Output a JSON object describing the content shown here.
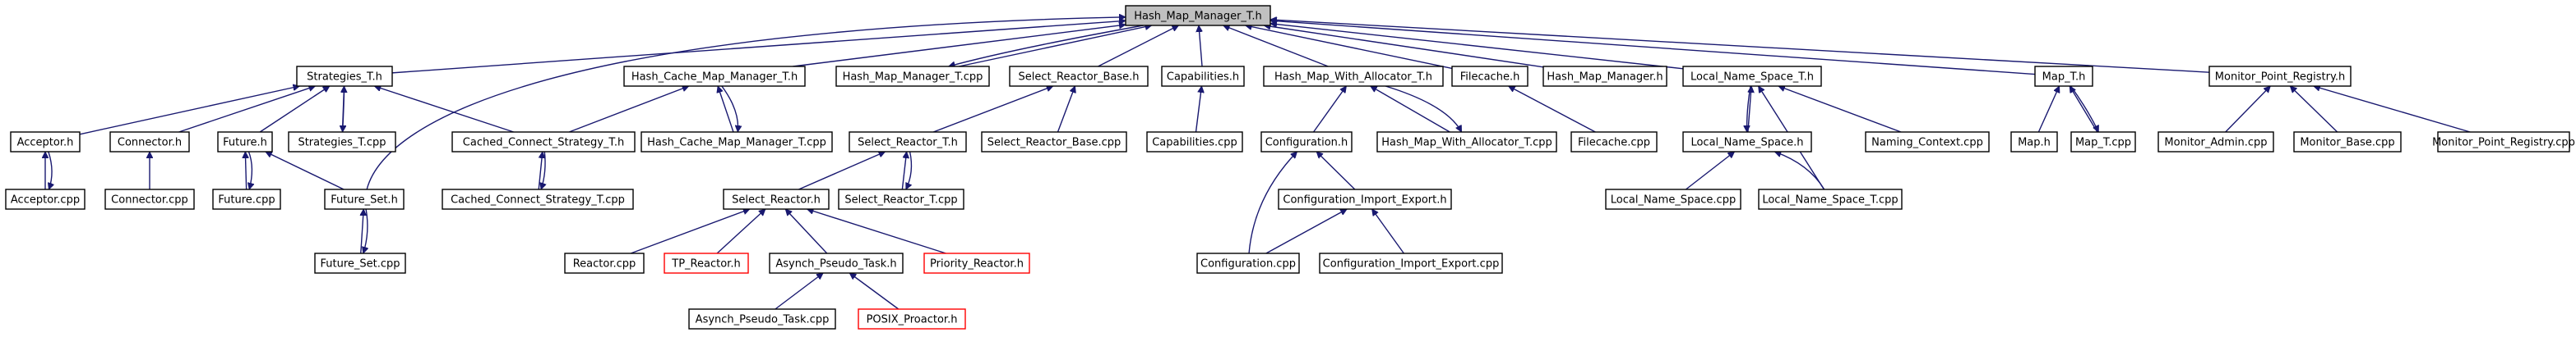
{
  "colors": {
    "edge": "#191970",
    "root_fill": "#c0c0c0",
    "node_border": "#000000",
    "missing_border": "#ff0000"
  },
  "nodes": [
    {
      "id": "hmm_t_h",
      "label": "Hash_Map_Manager_T.h",
      "root": true
    },
    {
      "id": "strategies_t_h",
      "label": "Strategies_T.h"
    },
    {
      "id": "hcmm_t_h",
      "label": "Hash_Cache_Map_Manager_T.h"
    },
    {
      "id": "hmm_t_cpp",
      "label": "Hash_Map_Manager_T.cpp"
    },
    {
      "id": "srb_h",
      "label": "Select_Reactor_Base.h"
    },
    {
      "id": "capabilities_h",
      "label": "Capabilities.h"
    },
    {
      "id": "hmwa_t_h",
      "label": "Hash_Map_With_Allocator_T.h"
    },
    {
      "id": "filecache_h",
      "label": "Filecache.h"
    },
    {
      "id": "hmm_h",
      "label": "Hash_Map_Manager.h"
    },
    {
      "id": "lns_t_h",
      "label": "Local_Name_Space_T.h"
    },
    {
      "id": "map_t_h",
      "label": "Map_T.h"
    },
    {
      "id": "mpr_h",
      "label": "Monitor_Point_Registry.h"
    },
    {
      "id": "acceptor_h",
      "label": "Acceptor.h"
    },
    {
      "id": "connector_h",
      "label": "Connector.h"
    },
    {
      "id": "future_h",
      "label": "Future.h"
    },
    {
      "id": "strategies_t_cpp",
      "label": "Strategies_T.cpp"
    },
    {
      "id": "ccs_t_h",
      "label": "Cached_Connect_Strategy_T.h"
    },
    {
      "id": "hcmm_t_cpp",
      "label": "Hash_Cache_Map_Manager_T.cpp"
    },
    {
      "id": "sr_t_h",
      "label": "Select_Reactor_T.h"
    },
    {
      "id": "srb_cpp",
      "label": "Select_Reactor_Base.cpp"
    },
    {
      "id": "capabilities_cpp",
      "label": "Capabilities.cpp"
    },
    {
      "id": "configuration_h",
      "label": "Configuration.h"
    },
    {
      "id": "hmwa_t_cpp",
      "label": "Hash_Map_With_Allocator_T.cpp"
    },
    {
      "id": "filecache_cpp",
      "label": "Filecache.cpp"
    },
    {
      "id": "lns_h",
      "label": "Local_Name_Space.h"
    },
    {
      "id": "naming_context_cpp",
      "label": "Naming_Context.cpp"
    },
    {
      "id": "map_h",
      "label": "Map.h"
    },
    {
      "id": "map_t_cpp",
      "label": "Map_T.cpp"
    },
    {
      "id": "monitor_admin_cpp",
      "label": "Monitor_Admin.cpp"
    },
    {
      "id": "monitor_base_cpp",
      "label": "Monitor_Base.cpp"
    },
    {
      "id": "mpr_cpp",
      "label": "Monitor_Point_Registry.cpp"
    },
    {
      "id": "acceptor_cpp",
      "label": "Acceptor.cpp"
    },
    {
      "id": "connector_cpp",
      "label": "Connector.cpp"
    },
    {
      "id": "future_cpp",
      "label": "Future.cpp"
    },
    {
      "id": "future_set_h",
      "label": "Future_Set.h"
    },
    {
      "id": "ccs_t_cpp",
      "label": "Cached_Connect_Strategy_T.cpp"
    },
    {
      "id": "select_reactor_h",
      "label": "Select_Reactor.h"
    },
    {
      "id": "sr_t_cpp",
      "label": "Select_Reactor_T.cpp"
    },
    {
      "id": "cie_h",
      "label": "Configuration_Import_Export.h"
    },
    {
      "id": "lns_cpp",
      "label": "Local_Name_Space.cpp"
    },
    {
      "id": "lns_t_cpp",
      "label": "Local_Name_Space_T.cpp"
    },
    {
      "id": "future_set_cpp",
      "label": "Future_Set.cpp"
    },
    {
      "id": "reactor_cpp",
      "label": "Reactor.cpp"
    },
    {
      "id": "tp_reactor_h",
      "label": "TP_Reactor.h",
      "missing": true
    },
    {
      "id": "apt_h",
      "label": "Asynch_Pseudo_Task.h"
    },
    {
      "id": "priority_reactor_h",
      "label": "Priority_Reactor.h",
      "missing": true
    },
    {
      "id": "configuration_cpp",
      "label": "Configuration.cpp"
    },
    {
      "id": "cie_cpp",
      "label": "Configuration_Import_Export.cpp"
    },
    {
      "id": "apt_cpp",
      "label": "Asynch_Pseudo_Task.cpp"
    },
    {
      "id": "posix_proactor_h",
      "label": "POSIX_Proactor.h",
      "missing": true
    }
  ],
  "edges": [
    [
      "strategies_t_h",
      "hmm_t_h"
    ],
    [
      "hcmm_t_h",
      "hmm_t_h"
    ],
    [
      "hmm_t_cpp",
      "hmm_t_h"
    ],
    [
      "srb_h",
      "hmm_t_h"
    ],
    [
      "capabilities_h",
      "hmm_t_h"
    ],
    [
      "hmwa_t_h",
      "hmm_t_h"
    ],
    [
      "filecache_h",
      "hmm_t_h"
    ],
    [
      "hmm_h",
      "hmm_t_h"
    ],
    [
      "lns_t_h",
      "hmm_t_h"
    ],
    [
      "map_t_h",
      "hmm_t_h"
    ],
    [
      "mpr_h",
      "hmm_t_h"
    ],
    [
      "future_set_h",
      "hmm_t_h"
    ],
    [
      "hmm_t_h",
      "hmm_t_cpp"
    ],
    [
      "acceptor_h",
      "strategies_t_h"
    ],
    [
      "connector_h",
      "strategies_t_h"
    ],
    [
      "future_h",
      "strategies_t_h"
    ],
    [
      "strategies_t_cpp",
      "strategies_t_h"
    ],
    [
      "strategies_t_h",
      "strategies_t_cpp"
    ],
    [
      "ccs_t_h",
      "strategies_t_h"
    ],
    [
      "ccs_t_h",
      "hcmm_t_h"
    ],
    [
      "hcmm_t_cpp",
      "hcmm_t_h"
    ],
    [
      "hcmm_t_h",
      "hcmm_t_cpp"
    ],
    [
      "sr_t_h",
      "srb_h"
    ],
    [
      "srb_cpp",
      "srb_h"
    ],
    [
      "capabilities_cpp",
      "capabilities_h"
    ],
    [
      "configuration_h",
      "hmwa_t_h"
    ],
    [
      "hmwa_t_cpp",
      "hmwa_t_h"
    ],
    [
      "hmwa_t_h",
      "hmwa_t_cpp"
    ],
    [
      "filecache_cpp",
      "filecache_h"
    ],
    [
      "lns_h",
      "lns_t_h"
    ],
    [
      "lns_t_h",
      "lns_h"
    ],
    [
      "naming_context_cpp",
      "lns_t_h"
    ],
    [
      "lns_t_cpp",
      "lns_t_h"
    ],
    [
      "map_h",
      "map_t_h"
    ],
    [
      "map_t_cpp",
      "map_t_h"
    ],
    [
      "map_t_h",
      "map_t_cpp"
    ],
    [
      "monitor_admin_cpp",
      "mpr_h"
    ],
    [
      "monitor_base_cpp",
      "mpr_h"
    ],
    [
      "mpr_cpp",
      "mpr_h"
    ],
    [
      "acceptor_cpp",
      "acceptor_h"
    ],
    [
      "acceptor_h",
      "acceptor_cpp"
    ],
    [
      "connector_cpp",
      "connector_h"
    ],
    [
      "future_cpp",
      "future_h"
    ],
    [
      "future_h",
      "future_cpp"
    ],
    [
      "future_set_h",
      "future_h"
    ],
    [
      "ccs_t_cpp",
      "ccs_t_h"
    ],
    [
      "ccs_t_h",
      "ccs_t_cpp"
    ],
    [
      "select_reactor_h",
      "sr_t_h"
    ],
    [
      "sr_t_cpp",
      "sr_t_h"
    ],
    [
      "sr_t_h",
      "sr_t_cpp"
    ],
    [
      "configuration_cpp",
      "configuration_h"
    ],
    [
      "cie_h",
      "configuration_h"
    ],
    [
      "lns_cpp",
      "lns_h"
    ],
    [
      "lns_t_cpp",
      "lns_h"
    ],
    [
      "future_set_cpp",
      "future_set_h"
    ],
    [
      "future_set_h",
      "future_set_cpp"
    ],
    [
      "reactor_cpp",
      "select_reactor_h"
    ],
    [
      "tp_reactor_h",
      "select_reactor_h"
    ],
    [
      "apt_h",
      "select_reactor_h"
    ],
    [
      "priority_reactor_h",
      "select_reactor_h"
    ],
    [
      "configuration_cpp",
      "cie_h"
    ],
    [
      "cie_cpp",
      "cie_h"
    ],
    [
      "apt_cpp",
      "apt_h"
    ],
    [
      "posix_proactor_h",
      "apt_h"
    ]
  ]
}
